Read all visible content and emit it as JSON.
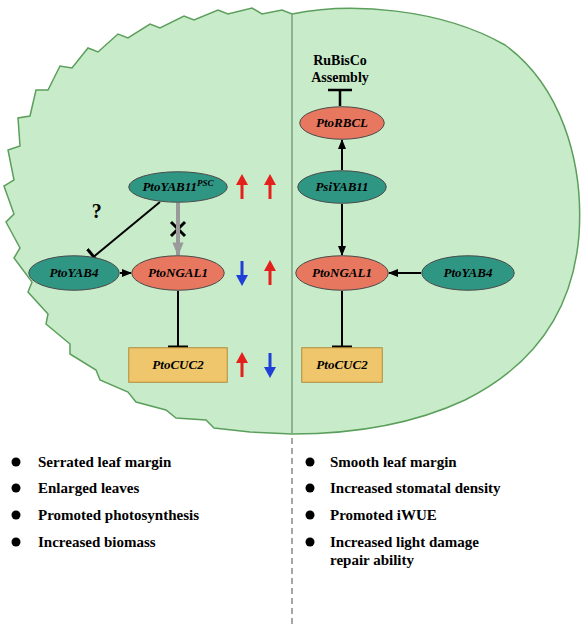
{
  "diagram": {
    "nodes": [
      {
        "text": [
          "PtoRBCL"
        ]
      },
      {
        "text": [
          "PtoYAB11",
          "PSC"
        ]
      },
      {
        "text": [
          "PsiYAB11"
        ]
      },
      {
        "text": [
          "PtoYAB4"
        ]
      },
      {
        "text": [
          "PtoNGAL1"
        ]
      },
      {
        "text": [
          "PtoNGAL1"
        ]
      },
      {
        "text": [
          "PtoYAB4"
        ]
      },
      {
        "text": [
          "PtoCUC2"
        ]
      },
      {
        "text": [
          "PtoCUC2"
        ]
      }
    ],
    "edges": [
      {
        "from": 1,
        "to": 4,
        "arrow": "to"
      },
      {
        "from": 1,
        "to": 3,
        "arrow": "to",
        "label": "?"
      },
      {
        "from": 3,
        "to": 4,
        "arrow": "to"
      },
      {
        "from": 4,
        "to": 7,
        "arrow": "to"
      },
      {
        "from": 2,
        "to": 0,
        "arrow": "to"
      },
      {
        "from": 2,
        "to": 5,
        "arrow": "to"
      },
      {
        "from": 6,
        "to": 5,
        "arrow": "to"
      },
      {
        "from": 5,
        "to": 8,
        "arrow": "to"
      }
    ],
    "labels": [
      "RuBisCo Assembly",
      "Serrated leaf margin",
      "Enlarged leaves",
      "Promoted photosynthesis",
      "Increased biomass",
      "Smooth leaf margin",
      "Increased stomatal density",
      "Promoted iWUE",
      "Increased light damage repair ability"
    ]
  }
}
